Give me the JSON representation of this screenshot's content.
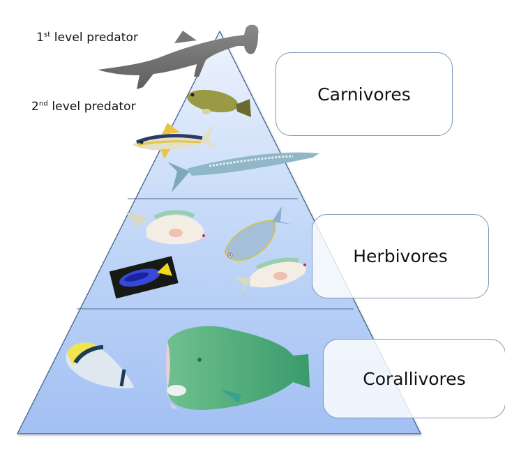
{
  "diagram": {
    "type": "trophic-pyramid",
    "colors": {
      "pyramid_top": "#e8f0fc",
      "pyramid_bottom": "#a4c2f4",
      "pyramid_outline": "#3c5a82",
      "divider": "#4a6c96",
      "box_border": "#7b96b5",
      "box_fill": "#ffffff"
    },
    "predator_labels": [
      {
        "number": "1",
        "suffix": "st",
        "text": "level predator"
      },
      {
        "number": "2",
        "suffix": "nd",
        "text": "level predator"
      }
    ],
    "tiers": [
      {
        "label": "Carnivores",
        "animals": [
          "hammerhead-shark",
          "grouper",
          "yellowfin-tuna",
          "barracuda"
        ]
      },
      {
        "label": "Herbivores",
        "animals": [
          "parrotfish",
          "surgeonfish",
          "blue-tang",
          "parrotfish"
        ]
      },
      {
        "label": "Corallivores",
        "animals": [
          "butterflyfish",
          "bumphead-parrotfish"
        ]
      }
    ]
  }
}
